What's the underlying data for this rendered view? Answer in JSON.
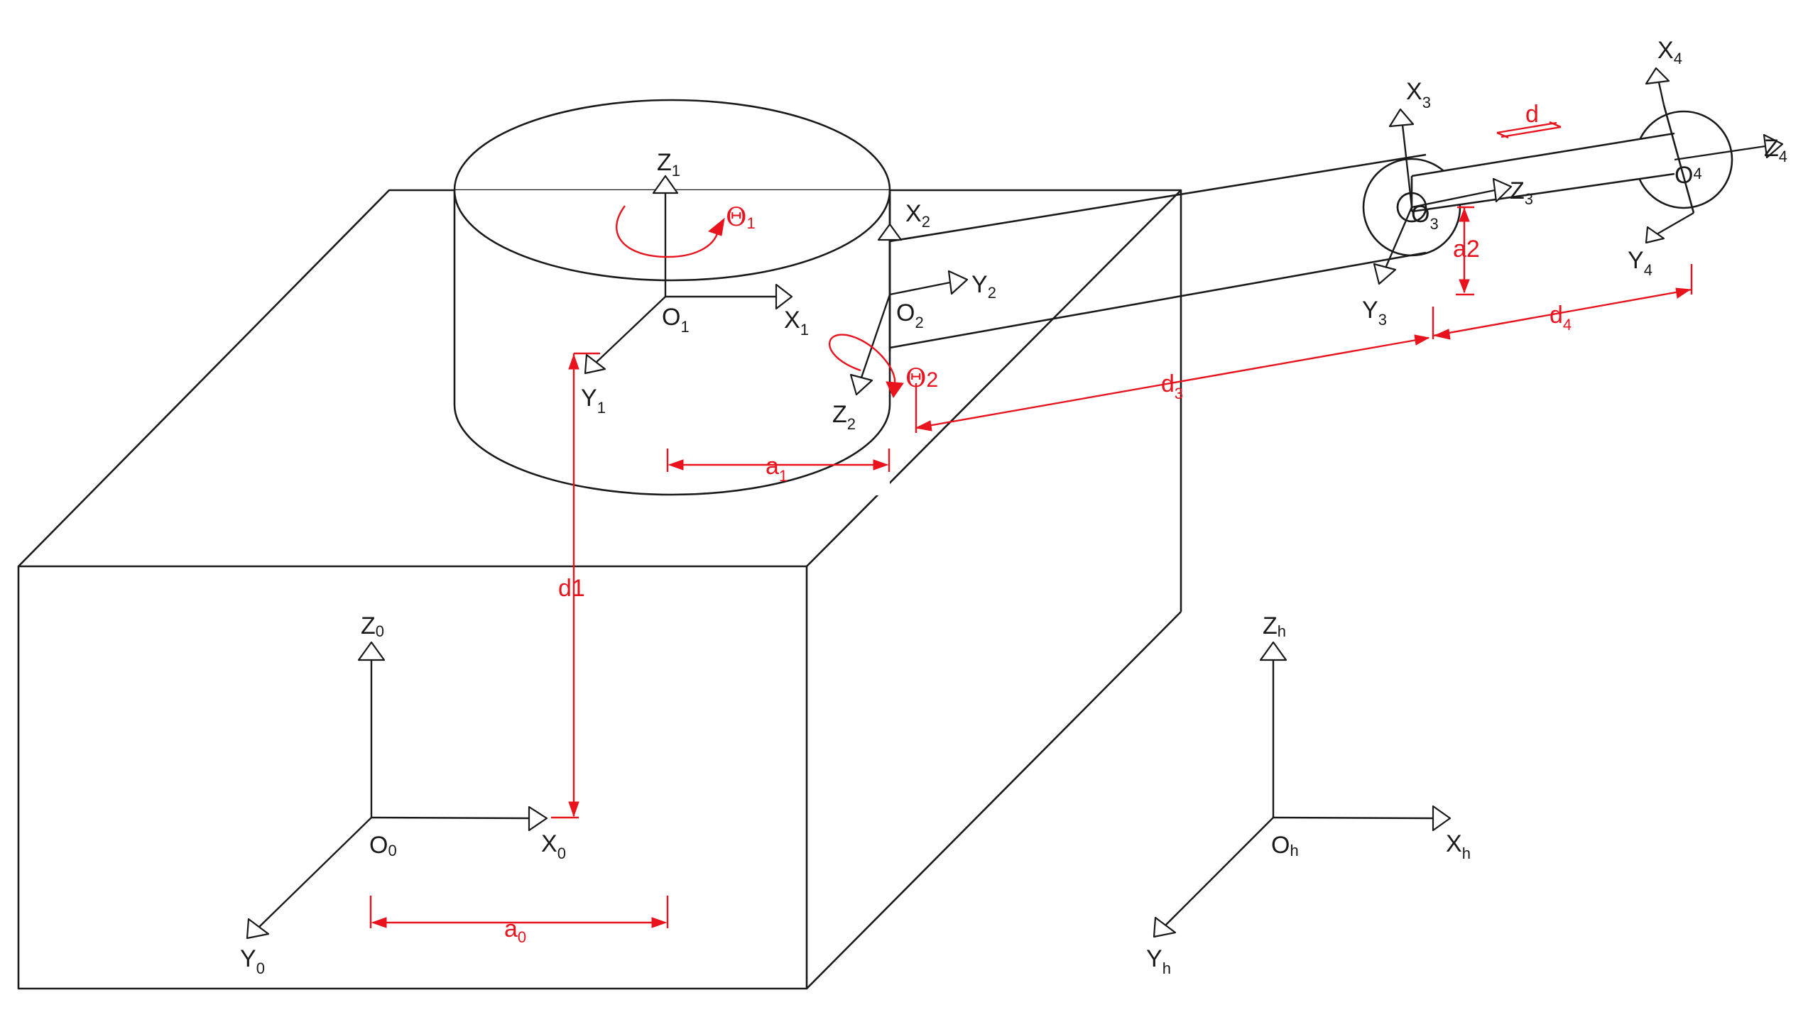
{
  "colors": {
    "line": "#1a1a1a",
    "dimension": "#e8131d",
    "background": "#ffffff"
  },
  "frames": {
    "base": {
      "origin": "O",
      "origin_sub": "0",
      "x": "X",
      "x_sub": "0",
      "y": "Y",
      "y_sub": "0",
      "z": "Z",
      "z_sub": "0"
    },
    "joint1": {
      "origin": "O",
      "origin_sub": "1",
      "x": "X",
      "x_sub": "1",
      "y": "Y",
      "y_sub": "1",
      "z": "Z",
      "z_sub": "1"
    },
    "joint2": {
      "origin": "O",
      "origin_sub": "2",
      "x": "X",
      "x_sub": "2",
      "y": "Y",
      "y_sub": "2",
      "z": "Z",
      "z_sub": "2"
    },
    "joint3": {
      "origin": "O",
      "origin_sub": "3",
      "x": "X",
      "x_sub": "3",
      "y": "Y",
      "y_sub": "3",
      "z": "Z",
      "z_sub": "3"
    },
    "joint4": {
      "origin": "O",
      "origin_sub": "4",
      "x": "X",
      "x_sub": "4",
      "y": "Y",
      "y_sub": "4",
      "z": "Z",
      "z_sub": "4"
    },
    "hand": {
      "origin": "O",
      "origin_sub": "h",
      "x": "X",
      "x_sub": "h",
      "y": "Y",
      "y_sub": "h",
      "z": "Z",
      "z_sub": "h"
    }
  },
  "dimensions": {
    "a0": {
      "main": "a",
      "sub": "0"
    },
    "a1": {
      "main": "a",
      "sub": "1"
    },
    "a2": {
      "main": "a2"
    },
    "d1": {
      "main": "d1"
    },
    "d3": {
      "main": "d",
      "sub": "3"
    },
    "d4": {
      "main": "d",
      "sub": "4"
    },
    "d": {
      "main": "d"
    },
    "theta1": {
      "main": "Θ",
      "sub": "1"
    },
    "theta2": {
      "main": "Θ",
      "sub": "2"
    }
  }
}
